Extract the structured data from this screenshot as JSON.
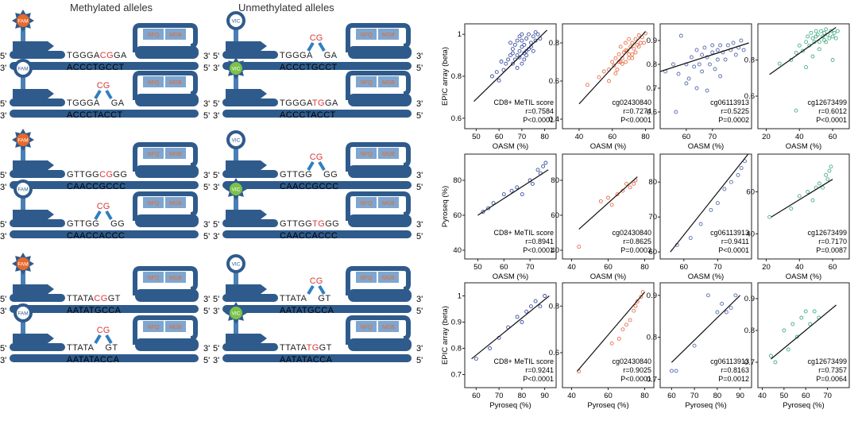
{
  "diagram": {
    "col_headers": [
      "Methylated alleles",
      "Unmethylated alleles"
    ],
    "probe_labels": {
      "fam": "FAM",
      "vic": "VIC",
      "nfq": "NFQ",
      "mgb": "MGB"
    },
    "strand_labels": {
      "five": "5'",
      "three": "3'"
    },
    "sites": [
      {
        "meth_top": {
          "pre": "TGGGA",
          "mid": "CG",
          "post": "GA"
        },
        "meth_bottom": "ACCCTGCCT",
        "meth_probe2": {
          "pre": "TGGGA",
          "gap": "CG",
          "post": "GA"
        },
        "meth_bottom2": "ACCCTACCT",
        "unmeth_top": {
          "pre": "TGGGA",
          "gap": "CG",
          "post": "GA"
        },
        "unmeth_bottom": "ACCCTGCCT",
        "unmeth_probe2": {
          "pre": "TGGGA",
          "mid": "TG",
          "post": "GA"
        },
        "unmeth_bottom2": "ACCCTACCT"
      },
      {
        "meth_top": {
          "pre": "GTTGG",
          "mid": "CG",
          "post": "GG"
        },
        "meth_bottom": "CAACCGCCC",
        "meth_probe2": {
          "pre": "GTTGG",
          "gap": "CG",
          "post": "GG"
        },
        "meth_bottom2": "CAACCACCC",
        "unmeth_top": {
          "pre": "GTTGG",
          "gap": "CG",
          "post": "GG"
        },
        "unmeth_bottom": "CAACCGCCC",
        "unmeth_probe2": {
          "pre": "GTTGG",
          "mid": "TG",
          "post": "GG"
        },
        "unmeth_bottom2": "CAACCACCC"
      },
      {
        "meth_top": {
          "pre": "TTATA",
          "mid": "CG",
          "post": "GT"
        },
        "meth_bottom": "AATATGCCA",
        "meth_probe2": {
          "pre": "TTATA",
          "gap": "CG",
          "post": "GT"
        },
        "meth_bottom2": "AATATACCA",
        "unmeth_top": {
          "pre": "TTATA",
          "gap": "CG",
          "post": "GT"
        },
        "unmeth_bottom": "AATATGCCA",
        "unmeth_probe2": {
          "pre": "TTATA",
          "mid": "TG",
          "post": "GT"
        },
        "unmeth_bottom2": "AATATACCA"
      }
    ],
    "colors": {
      "strand": "#2f5b8c",
      "strand_light": "#4a7fb5",
      "fam": "#e8692a",
      "vic": "#7cc24a",
      "cg": "#d83a3a",
      "probe_box": "#7fa6cf",
      "box_text": "#e8692a"
    }
  },
  "chart_data": [
    {
      "type": "scatter",
      "row": 0,
      "col": 0,
      "ylabel": "EPIC array (beta)",
      "xlabel": "OASM (%)",
      "xlim": [
        45,
        85
      ],
      "ylim": [
        0.55,
        1.05
      ],
      "xticks": [
        50,
        60,
        70,
        80
      ],
      "yticks": [
        0.6,
        0.8,
        1.0
      ],
      "color": "#3a4fa0",
      "annotation": [
        "CD8+ MeTIL score",
        "r=0.7584",
        "P<0.0001"
      ],
      "fit": [
        [
          49,
          0.68
        ],
        [
          81,
          1.02
        ]
      ],
      "x": [
        60,
        62,
        63,
        64,
        65,
        66,
        66,
        67,
        67,
        68,
        68,
        69,
        69,
        70,
        70,
        70,
        71,
        71,
        72,
        72,
        73,
        73,
        74,
        75,
        75,
        76,
        77,
        78,
        57,
        59,
        61,
        65,
        68,
        72,
        74,
        71,
        69,
        66,
        70,
        76
      ],
      "y": [
        0.78,
        0.83,
        0.86,
        0.88,
        0.9,
        0.86,
        0.93,
        0.88,
        0.95,
        0.9,
        0.97,
        0.92,
        0.99,
        0.86,
        0.94,
        1.0,
        0.88,
        0.95,
        0.9,
        0.98,
        0.93,
        1.0,
        0.96,
        0.92,
        0.99,
        0.97,
        1.0,
        0.98,
        0.8,
        0.82,
        0.87,
        0.96,
        0.84,
        0.92,
        0.94,
        0.91,
        0.89,
        0.91,
        0.97,
        1.01
      ]
    },
    {
      "type": "scatter",
      "row": 0,
      "col": 1,
      "xlabel": "OASM (%)",
      "xlim": [
        30,
        85
      ],
      "ylim": [
        0.35,
        0.9
      ],
      "xticks": [
        40,
        60,
        80
      ],
      "yticks": [
        0.4,
        0.6,
        0.8
      ],
      "color": "#e8704a",
      "annotation": [
        "cg02430840",
        "r=0.7274",
        "P<0.0001"
      ],
      "fit": [
        [
          40,
          0.48
        ],
        [
          80,
          0.86
        ]
      ],
      "x": [
        45,
        52,
        55,
        58,
        60,
        61,
        62,
        63,
        64,
        65,
        65,
        66,
        67,
        68,
        68,
        69,
        70,
        70,
        71,
        72,
        72,
        73,
        74,
        75,
        76,
        77,
        78,
        79,
        80,
        62,
        66,
        70,
        74,
        58,
        64,
        68,
        72,
        76
      ],
      "y": [
        0.58,
        0.62,
        0.65,
        0.66,
        0.7,
        0.68,
        0.72,
        0.66,
        0.74,
        0.7,
        0.78,
        0.72,
        0.75,
        0.7,
        0.8,
        0.76,
        0.72,
        0.82,
        0.78,
        0.74,
        0.8,
        0.77,
        0.82,
        0.79,
        0.84,
        0.8,
        0.83,
        0.8,
        0.85,
        0.64,
        0.69,
        0.74,
        0.75,
        0.6,
        0.7,
        0.76,
        0.72,
        0.78
      ]
    },
    {
      "type": "scatter",
      "row": 0,
      "col": 2,
      "xlabel": "OASM (%)",
      "xlim": [
        50,
        85
      ],
      "ylim": [
        0.53,
        0.97
      ],
      "xticks": [
        60,
        70
      ],
      "yticks": [
        0.6,
        0.7,
        0.8,
        0.9
      ],
      "color": "#5a6fb0",
      "annotation": [
        "cg06113913",
        "r=0.5225",
        "P=0.0002"
      ],
      "fit": [
        [
          50,
          0.77
        ],
        [
          84,
          0.89
        ]
      ],
      "x": [
        52,
        55,
        57,
        58,
        60,
        61,
        62,
        63,
        64,
        65,
        66,
        66,
        67,
        68,
        69,
        70,
        70,
        71,
        72,
        72,
        73,
        74,
        75,
        76,
        77,
        78,
        79,
        80,
        81,
        82,
        64,
        68,
        60,
        73,
        56
      ],
      "y": [
        0.77,
        0.8,
        0.76,
        0.92,
        0.8,
        0.74,
        0.83,
        0.79,
        0.86,
        0.8,
        0.84,
        0.77,
        0.87,
        0.83,
        0.8,
        0.85,
        0.88,
        0.78,
        0.86,
        0.82,
        0.88,
        0.85,
        0.82,
        0.88,
        0.86,
        0.89,
        0.84,
        0.87,
        0.9,
        0.86,
        0.7,
        0.69,
        0.72,
        0.75,
        0.6
      ]
    },
    {
      "type": "scatter",
      "row": 0,
      "col": 3,
      "xlabel": "OASM (%)",
      "xlim": [
        15,
        70
      ],
      "ylim": [
        0.42,
        1.0
      ],
      "xticks": [
        20,
        40,
        60
      ],
      "yticks": [
        0.6,
        0.8
      ],
      "color": "#4ab08a",
      "annotation": [
        "cg12673499",
        "r=0.6012",
        "P<0.0001"
      ],
      "fit": [
        [
          22,
          0.72
        ],
        [
          62,
          0.98
        ]
      ],
      "x": [
        28,
        35,
        38,
        40,
        42,
        44,
        45,
        46,
        47,
        48,
        49,
        50,
        50,
        51,
        52,
        53,
        54,
        55,
        55,
        56,
        57,
        58,
        59,
        60,
        61,
        62,
        63,
        48,
        52,
        56,
        44,
        60,
        38
      ],
      "y": [
        0.78,
        0.8,
        0.84,
        0.88,
        0.85,
        0.9,
        0.93,
        0.88,
        0.95,
        0.92,
        0.9,
        0.96,
        0.93,
        0.94,
        0.9,
        0.96,
        0.93,
        0.95,
        0.91,
        0.97,
        0.94,
        0.92,
        0.96,
        0.93,
        0.95,
        0.92,
        0.96,
        0.82,
        0.86,
        0.9,
        0.76,
        0.8,
        0.52
      ]
    },
    {
      "type": "scatter",
      "row": 1,
      "col": 0,
      "ylabel": "Pyroseq (%)",
      "xlabel": "OASM (%)",
      "xlim": [
        45,
        80
      ],
      "ylim": [
        35,
        95
      ],
      "xticks": [
        50,
        60,
        70
      ],
      "yticks": [
        40,
        60,
        80
      ],
      "color": "#3a4fa0",
      "annotation": [
        "CD8+ MeTIL score",
        "r=0.8941",
        "P<0.0001"
      ],
      "fit": [
        [
          50,
          60
        ],
        [
          77,
          86
        ]
      ],
      "x": [
        52,
        54,
        56,
        60,
        63,
        65,
        67,
        70,
        71,
        73,
        74,
        75,
        76
      ],
      "y": [
        62,
        64,
        67,
        72,
        74,
        76,
        72,
        80,
        78,
        86,
        84,
        88,
        90
      ]
    },
    {
      "type": "scatter",
      "row": 1,
      "col": 1,
      "xlabel": "OASM (%)",
      "xlim": [
        35,
        85
      ],
      "ylim": [
        35,
        95
      ],
      "xticks": [
        40,
        60,
        80
      ],
      "yticks": [
        40,
        60,
        80
      ],
      "color": "#e8704a",
      "annotation": [
        "cg02430840",
        "r=0.8625",
        "P=0.0003"
      ],
      "fit": [
        [
          44,
          52
        ],
        [
          76,
          82
        ]
      ],
      "x": [
        44,
        56,
        60,
        62,
        65,
        68,
        70,
        72,
        74,
        75
      ],
      "y": [
        42,
        68,
        70,
        66,
        72,
        74,
        78,
        76,
        78,
        80
      ]
    },
    {
      "type": "scatter",
      "row": 1,
      "col": 2,
      "xlabel": "OASM (%)",
      "xlim": [
        53,
        80
      ],
      "ylim": [
        58,
        88
      ],
      "xticks": [
        60,
        70
      ],
      "yticks": [
        60,
        70,
        80
      ],
      "color": "#5a6fb0",
      "annotation": [
        "cg06113913",
        "r=0.9411",
        "P<0.0001"
      ],
      "fit": [
        [
          56,
          60
        ],
        [
          79,
          88
        ]
      ],
      "x": [
        58,
        62,
        65,
        68,
        70,
        72,
        74,
        76,
        77,
        78
      ],
      "y": [
        62,
        64,
        68,
        72,
        74,
        78,
        80,
        82,
        84,
        86
      ]
    },
    {
      "type": "scatter",
      "row": 1,
      "col": 3,
      "xlabel": "OASM (%)",
      "xlim": [
        15,
        70
      ],
      "ylim": [
        28,
        78
      ],
      "xticks": [
        20,
        40,
        60
      ],
      "yticks": [
        40,
        60
      ],
      "color": "#4ab08a",
      "annotation": [
        "cg12673499",
        "r=0.7170",
        "P=0.0087"
      ],
      "fit": [
        [
          23,
          48
        ],
        [
          60,
          66
        ]
      ],
      "x": [
        22,
        35,
        40,
        45,
        48,
        50,
        52,
        54,
        56,
        57,
        58,
        59
      ],
      "y": [
        48,
        52,
        58,
        60,
        56,
        62,
        64,
        62,
        68,
        66,
        70,
        72
      ]
    },
    {
      "type": "scatter",
      "row": 2,
      "col": 0,
      "ylabel": "EPIC array (beta)",
      "xlabel": "Pyroseq (%)",
      "xlim": [
        55,
        95
      ],
      "ylim": [
        0.65,
        1.05
      ],
      "xticks": [
        60,
        70,
        80,
        90
      ],
      "yticks": [
        0.7,
        0.8,
        0.9,
        1.0
      ],
      "color": "#3a4fa0",
      "annotation": [
        "CD8+ MeTIL score",
        "r=0.9241",
        "P<0.0001"
      ],
      "fit": [
        [
          58,
          0.76
        ],
        [
          92,
          1.0
        ]
      ],
      "x": [
        60,
        66,
        70,
        74,
        78,
        80,
        82,
        84,
        86,
        88,
        90
      ],
      "y": [
        0.76,
        0.8,
        0.84,
        0.88,
        0.92,
        0.9,
        0.94,
        0.96,
        0.98,
        0.96,
        1.0
      ]
    },
    {
      "type": "scatter",
      "row": 2,
      "col": 1,
      "xlabel": "Pyroseq (%)",
      "xlim": [
        35,
        85
      ],
      "ylim": [
        0.45,
        0.9
      ],
      "xticks": [
        40,
        60,
        80
      ],
      "yticks": [
        0.6,
        0.8
      ],
      "color": "#e8704a",
      "annotation": [
        "cg02430840",
        "r=0.9025",
        "P<0.0001"
      ],
      "fit": [
        [
          43,
          0.52
        ],
        [
          80,
          0.86
        ]
      ],
      "x": [
        44,
        62,
        66,
        68,
        70,
        72,
        74,
        75,
        76,
        78,
        79
      ],
      "y": [
        0.52,
        0.64,
        0.66,
        0.7,
        0.72,
        0.74,
        0.78,
        0.8,
        0.82,
        0.84,
        0.86
      ]
    },
    {
      "type": "scatter",
      "row": 2,
      "col": 2,
      "xlabel": "Pyroseq (%)",
      "xlim": [
        55,
        95
      ],
      "ylim": [
        0.68,
        0.93
      ],
      "xticks": [
        60,
        70,
        80,
        90
      ],
      "yticks": [
        0.7,
        0.8,
        0.9
      ],
      "color": "#5a6fb0",
      "annotation": [
        "cg06113913",
        "r=0.8163",
        "P=0.0012"
      ],
      "fit": [
        [
          60,
          0.74
        ],
        [
          90,
          0.9
        ]
      ],
      "x": [
        60,
        62,
        70,
        76,
        80,
        82,
        84,
        86,
        88
      ],
      "y": [
        0.72,
        0.72,
        0.78,
        0.9,
        0.86,
        0.88,
        0.86,
        0.87,
        0.9
      ]
    },
    {
      "type": "scatter",
      "row": 2,
      "col": 3,
      "xlabel": "Pyroseq (%)",
      "xlim": [
        38,
        80
      ],
      "ylim": [
        0.62,
        0.95
      ],
      "xticks": [
        40,
        50,
        60,
        70
      ],
      "yticks": [
        0.7,
        0.8,
        0.9
      ],
      "color": "#4ab08a",
      "annotation": [
        "cg12673499",
        "r=0.7357",
        "P=0.0064"
      ],
      "fit": [
        [
          44,
          0.71
        ],
        [
          74,
          0.88
        ]
      ],
      "x": [
        44,
        46,
        50,
        52,
        54,
        56,
        58,
        60,
        62,
        64,
        66
      ],
      "y": [
        0.72,
        0.7,
        0.8,
        0.74,
        0.82,
        0.78,
        0.84,
        0.86,
        0.82,
        0.86,
        0.84
      ]
    }
  ]
}
